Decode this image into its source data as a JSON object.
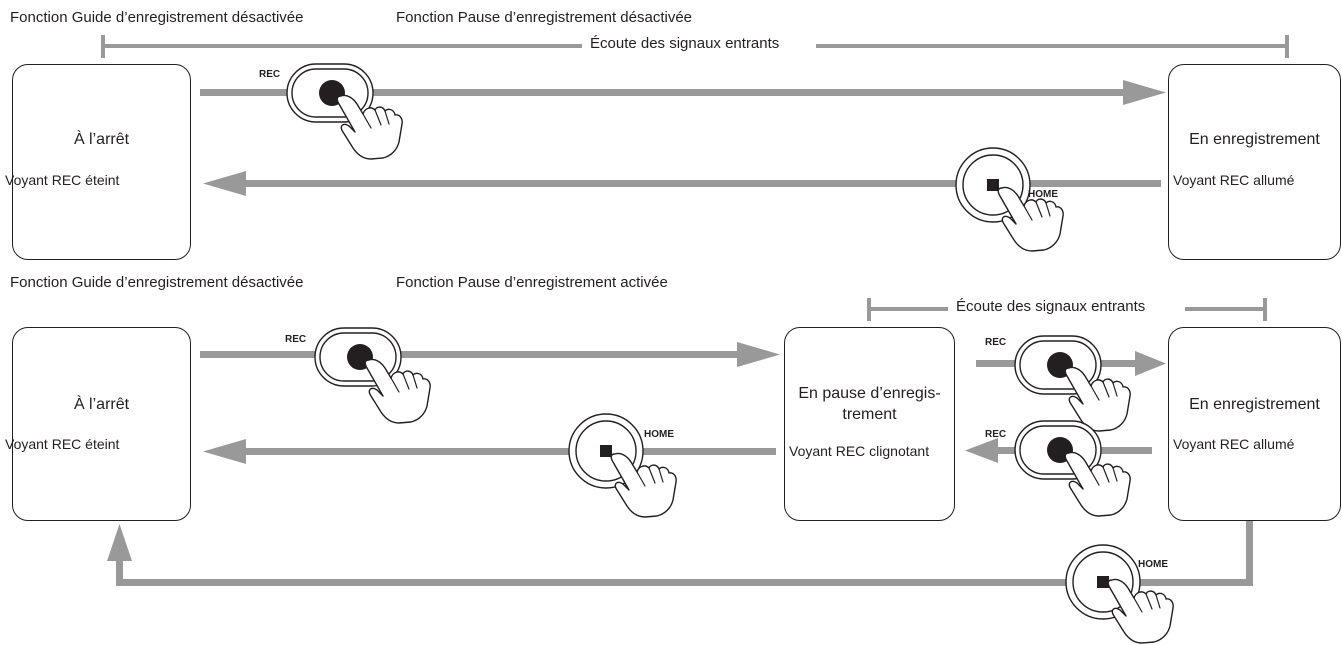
{
  "top": {
    "caption_left": "Fonction Guide d’enregistrement désactivée",
    "caption_right": "Fonction Pause d’enregistrement désactivée",
    "range_label": "Écoute des signaux entrants",
    "stopped": {
      "title": "À l’arrêt",
      "status": "Voyant REC éteint"
    },
    "recording": {
      "title": "En enregistrement",
      "status": "Voyant REC allumé"
    },
    "rec_label": "REC",
    "home_label": "HOME"
  },
  "bottom": {
    "caption_left": "Fonction Guide d’enregistrement désactivée",
    "caption_right": "Fonction Pause d’enregistrement activée",
    "range_label": "Écoute des signaux entrants",
    "stopped": {
      "title": "À l’arrêt",
      "status": "Voyant REC éteint"
    },
    "paused": {
      "title_line1": "En pause d’enregis-",
      "title_line2": "trement",
      "status": "Voyant REC clignotant"
    },
    "recording": {
      "title": "En enregistrement",
      "status": "Voyant REC allumé"
    },
    "rec_label": "REC",
    "home_label": "HOME"
  },
  "colors": {
    "arrow": "#999999",
    "line": "#231f20"
  }
}
